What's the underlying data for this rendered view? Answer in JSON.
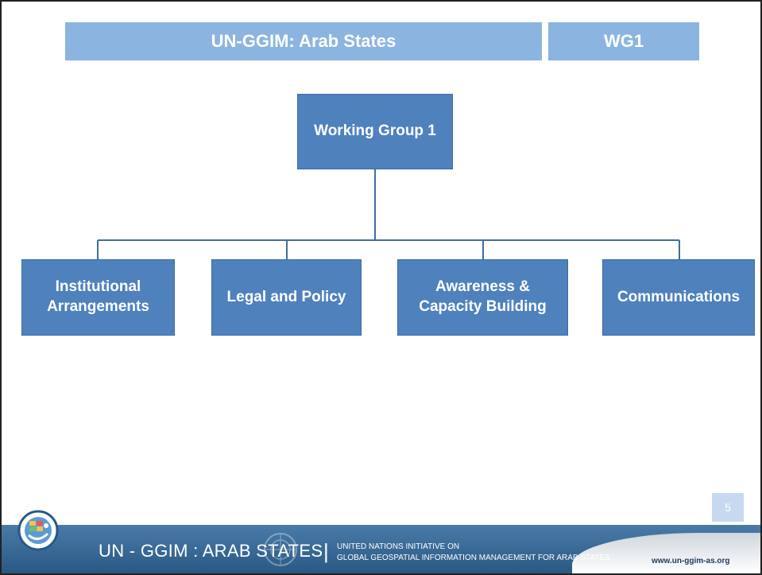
{
  "header": {
    "title": "UN-GGIM: Arab States",
    "tag": "WG1"
  },
  "org_chart": {
    "root": "Working Group 1",
    "children": [
      {
        "line1": "Institutional",
        "line2": "Arrangements"
      },
      {
        "line1": "Legal and Policy",
        "line2": ""
      },
      {
        "line1": "Awareness &",
        "line2": "Capacity Building"
      },
      {
        "line1": "Communications",
        "line2": ""
      }
    ]
  },
  "page_number": "5",
  "footer": {
    "title": "UN - GGIM : ARAB STATES",
    "separator": "|",
    "subtitle_line1": "UNITED NATIONS INITIATIVE ON",
    "subtitle_line2": "GLOBAL GEOSPATIAL INFORMATION MANAGEMENT  FOR ARAB STATES",
    "url": "www.un-ggim-as.org"
  },
  "colors": {
    "header_bg": "#8cb4e0",
    "node_bg": "#4f81bd",
    "connector": "#3f6e9e",
    "footer_bg": "#2a5884"
  },
  "icons": {
    "logo": "un-ggim-arab-states-logo-icon",
    "watermark": "un-emblem-icon"
  }
}
